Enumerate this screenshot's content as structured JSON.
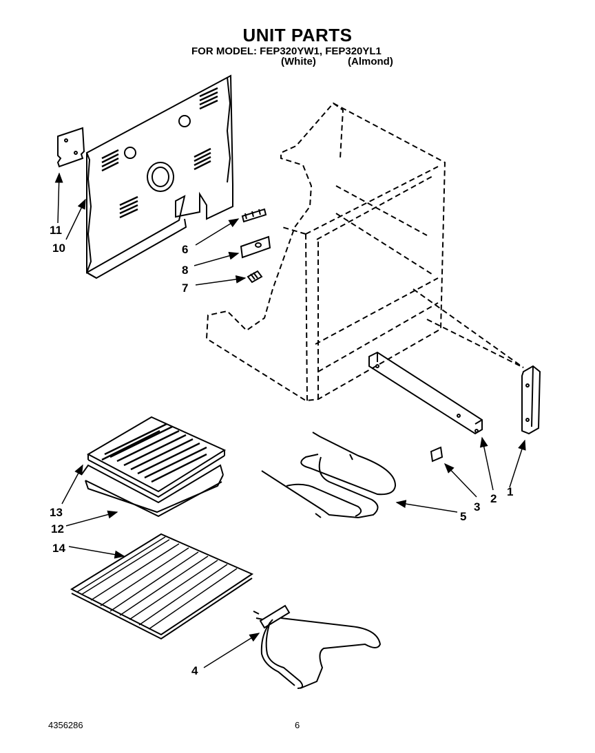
{
  "header": {
    "title": "UNIT PARTS",
    "model_line": "FOR MODEL: FEP320YW1, FEP320YL1",
    "variant_white": "(White)",
    "variant_almond": "(Almond)"
  },
  "callouts": {
    "p1": "1",
    "p2": "2",
    "p3": "3",
    "p4": "4",
    "p5": "5",
    "p6": "6",
    "p7": "7",
    "p8": "8",
    "p10": "10",
    "p11": "11",
    "p12": "12",
    "p13": "13",
    "p14": "14"
  },
  "footer": {
    "doc_number": "4356286",
    "page_number": "6"
  }
}
